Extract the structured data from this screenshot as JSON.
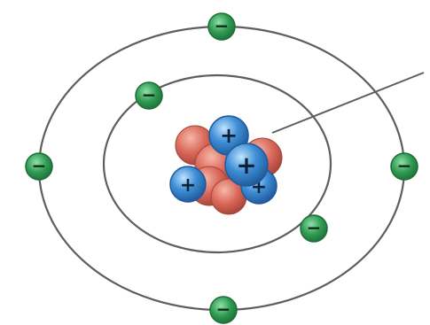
{
  "diagram": {
    "electron_sign": "−",
    "proton_sign": "+",
    "colors": {
      "orbit": "#5e5e5e",
      "electron": "#2f9a52",
      "electron_dark": "#1d6e37",
      "proton": "#3f8fd6",
      "proton_dark": "#1f5a9c",
      "neutron": "#d9685a",
      "neutron_dark": "#a8443a"
    },
    "counts": {
      "orbits": 2,
      "electrons": 6,
      "protons": 4,
      "neutrons": 5
    }
  }
}
